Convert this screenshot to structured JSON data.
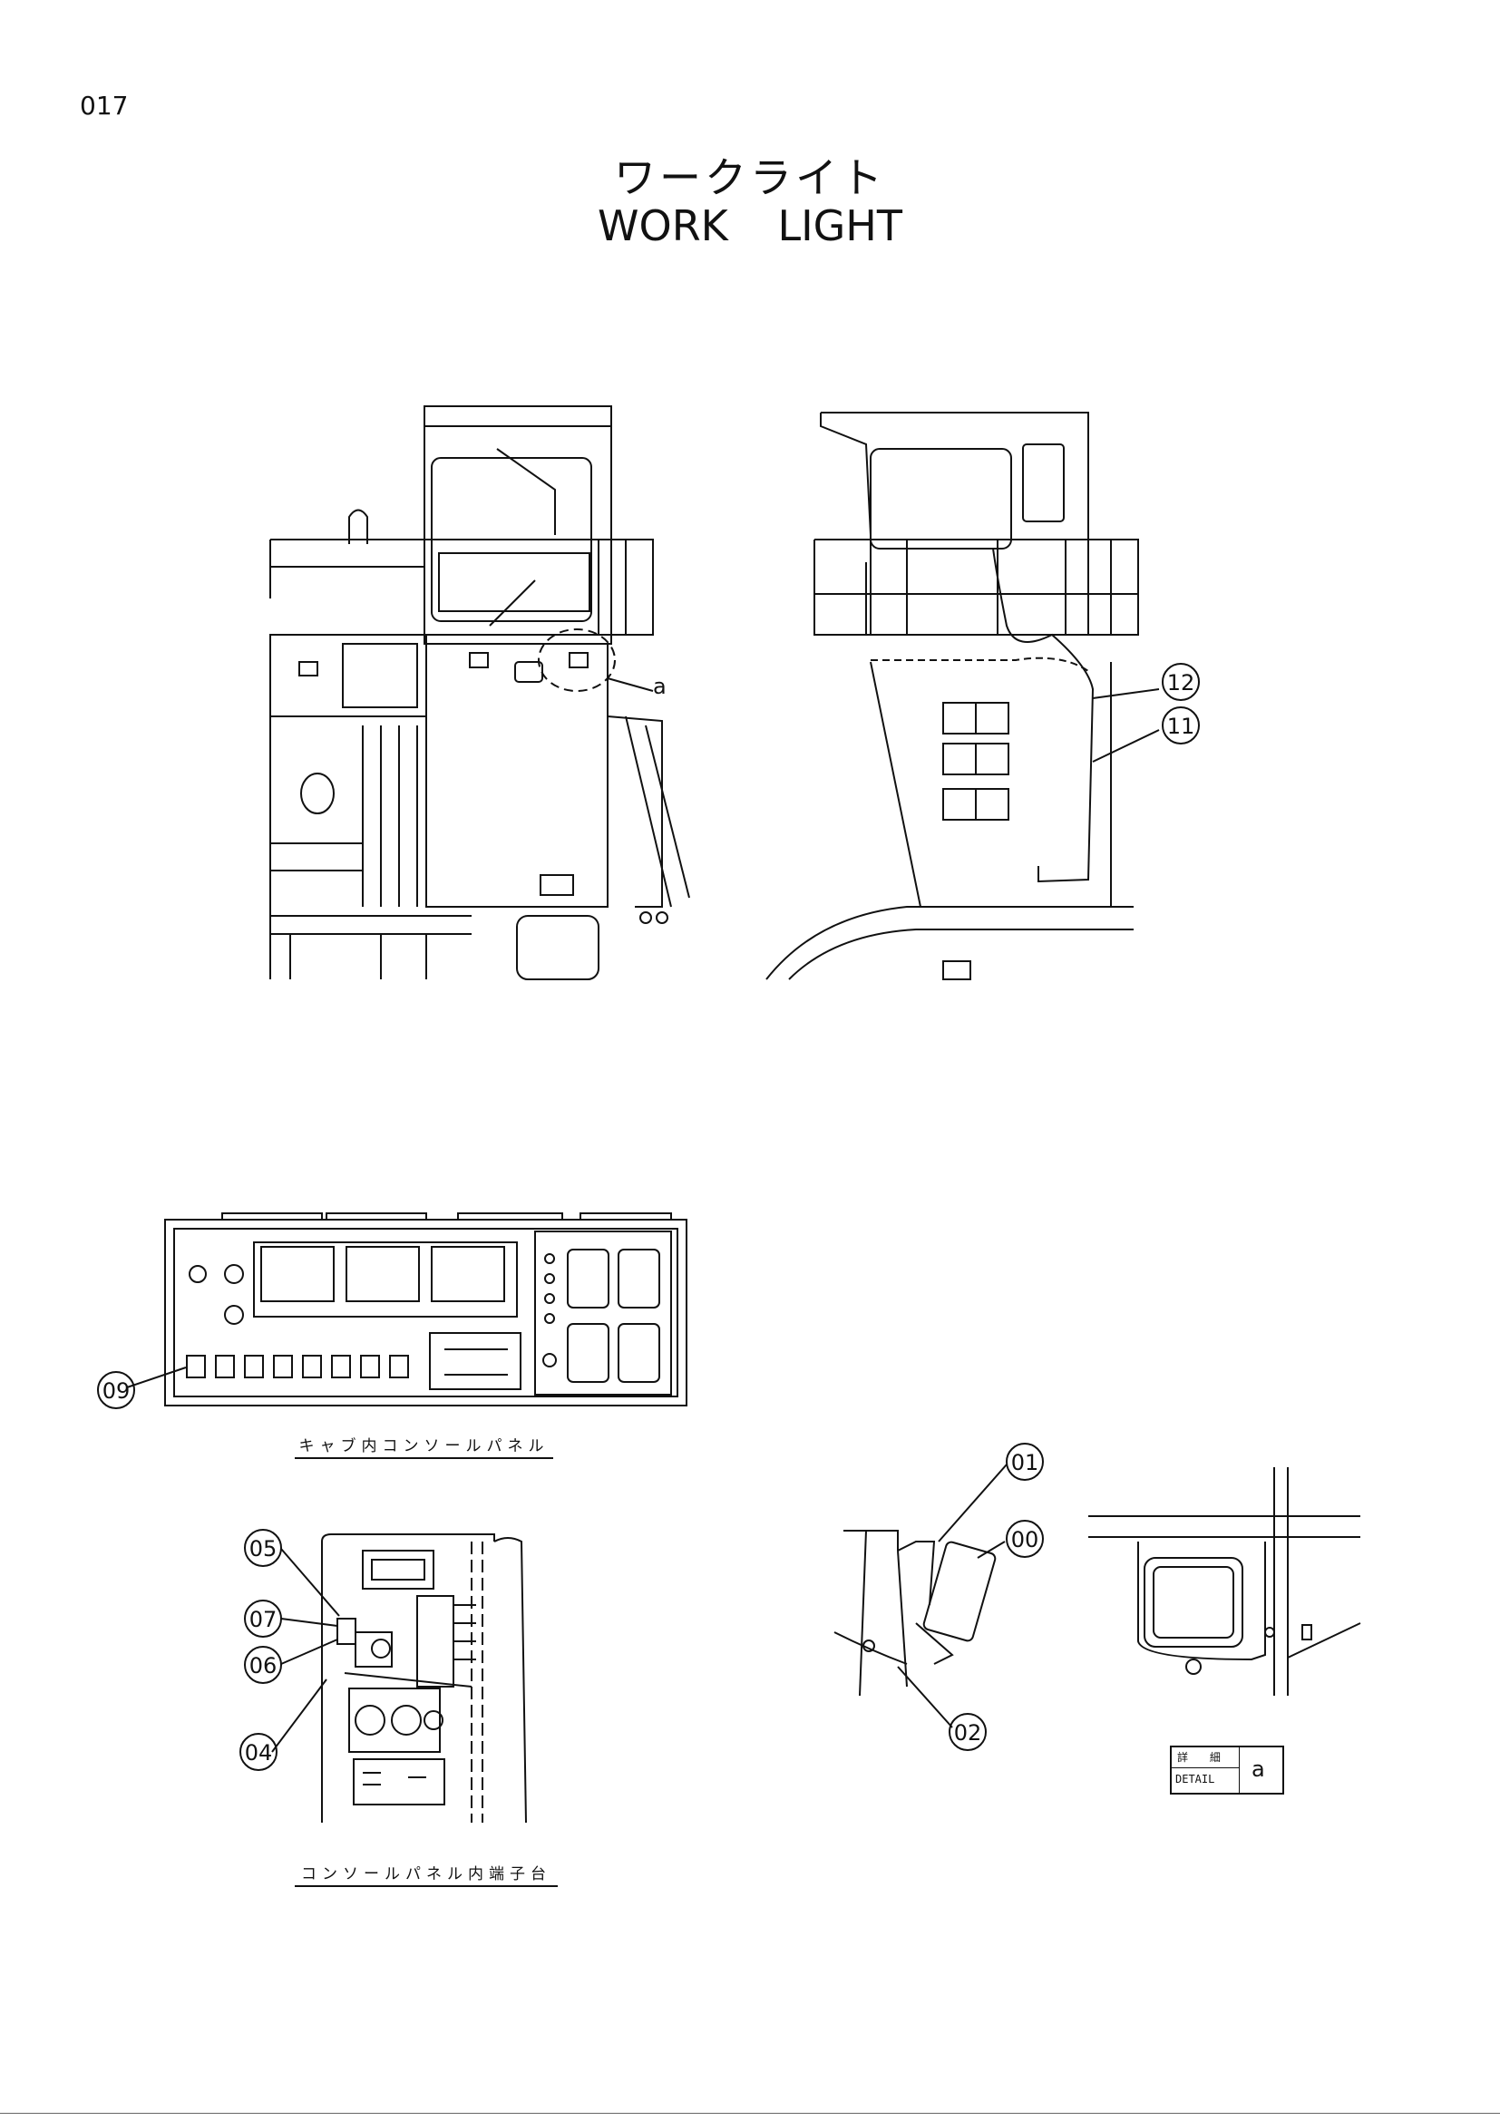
{
  "page_number": "017",
  "title_jp": "ワークライト",
  "title_en": "WORK  LIGHT",
  "captions": {
    "console_panel": "キャブ内コンソールパネル",
    "terminal_block": "コンソールパネル内端子台"
  },
  "callouts": {
    "c00": "00",
    "c01": "01",
    "c02": "02",
    "c04": "04",
    "c05": "05",
    "c06": "06",
    "c07": "07",
    "c09": "09",
    "c11": "11",
    "c12": "12"
  },
  "detail_ref": "a",
  "detail_box": {
    "jp": "詳 細",
    "en": "DETAIL",
    "letter": "a"
  }
}
